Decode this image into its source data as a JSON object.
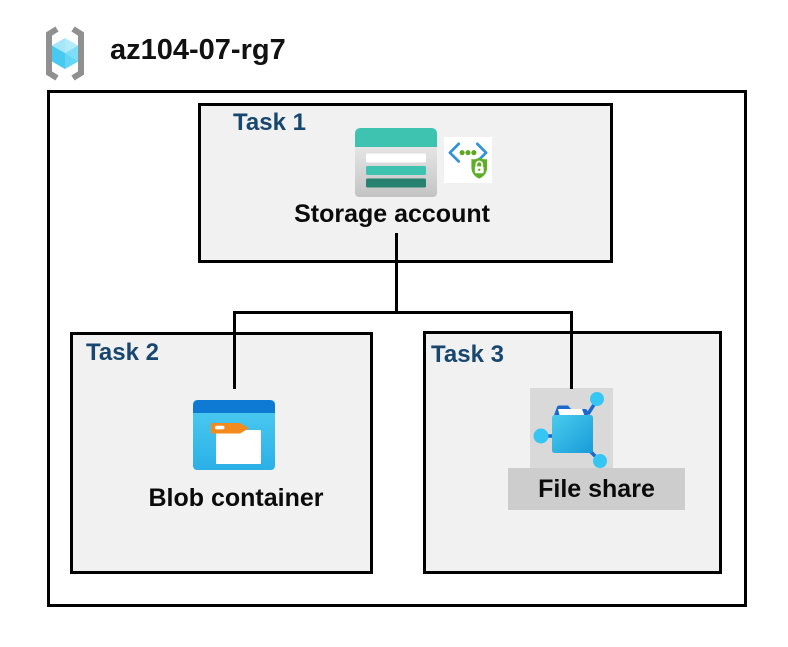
{
  "header": {
    "resource_group_name": "az104-07-rg7",
    "icon": "resource-group-icon"
  },
  "diagram": {
    "type": "azure-resource-diagram",
    "tasks": [
      {
        "id": "task1",
        "label": "Task 1",
        "resource": "Storage account",
        "icons": [
          "storage-account-icon",
          "secure-endpoint-icon"
        ]
      },
      {
        "id": "task2",
        "label": "Task 2",
        "resource": "Blob container",
        "icons": [
          "blob-container-icon"
        ]
      },
      {
        "id": "task3",
        "label": "Task 3",
        "resource": "File share",
        "icons": [
          "file-share-icon"
        ]
      }
    ],
    "connections": [
      {
        "from": "Storage account",
        "to": "Blob container"
      },
      {
        "from": "Storage account",
        "to": "File share"
      }
    ]
  },
  "colors": {
    "task_label": "#17466e",
    "box_fill": "#f1f1f1",
    "border": "#000000",
    "storage_teal": "#3fc3b1",
    "storage_dark_teal": "#27816f",
    "blob_band_blue": "#0e7ad3",
    "blob_body_blue": "#35bdeb",
    "tag_orange": "#f28a1d",
    "fileshare_node_cyan": "#35c6f3",
    "fileshare_link_blue": "#1b69cd",
    "shield_green": "#5fae27",
    "bracket_blue": "#2e93d8",
    "icon_block_gray": "#d9d9d9",
    "label_bar_gray": "#cdcdcd",
    "rg_bracket_gray": "#909090",
    "rg_cube_cyan": "#47c9f2"
  }
}
